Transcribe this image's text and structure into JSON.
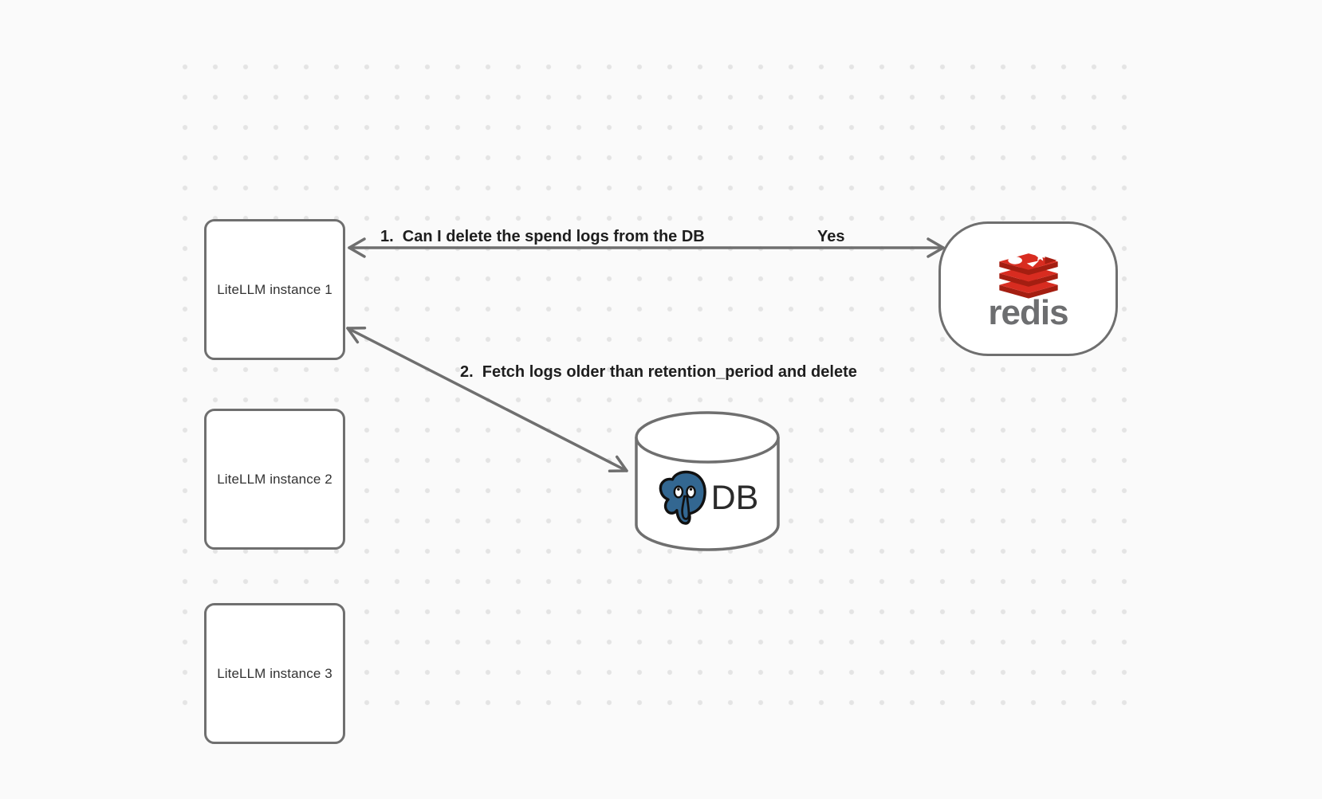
{
  "diagram": {
    "background_color": "#fafafa",
    "grid_dot_color": "#e4e4e4",
    "stroke_color": "#6f6f6f",
    "edge_label_color": "#1e1e1e"
  },
  "nodes": {
    "litellm_instance_1": {
      "label": "LiteLLM instance 1"
    },
    "litellm_instance_2": {
      "label": "LiteLLM instance 2"
    },
    "litellm_instance_3": {
      "label": "LiteLLM instance 3"
    },
    "redis": {
      "wordmark": "redis",
      "icon": "redis-logo-icon",
      "logo_red": "#d82c20",
      "logo_dark_red": "#a41e11",
      "wordmark_color": "#6d6e70"
    },
    "database": {
      "label": "DB",
      "icon": "postgresql-elephant-icon",
      "elephant_blue": "#336791"
    }
  },
  "edges": {
    "edge1": {
      "label": "1.  Can I delete the spend logs from the DB",
      "reply": "Yes",
      "endpoints": [
        "LiteLLM instance 1",
        "redis"
      ],
      "double_headed": true
    },
    "edge2": {
      "label": "2.  Fetch logs older than retention_period and delete",
      "endpoints": [
        "LiteLLM instance 1",
        "DB"
      ],
      "double_headed": true
    }
  }
}
